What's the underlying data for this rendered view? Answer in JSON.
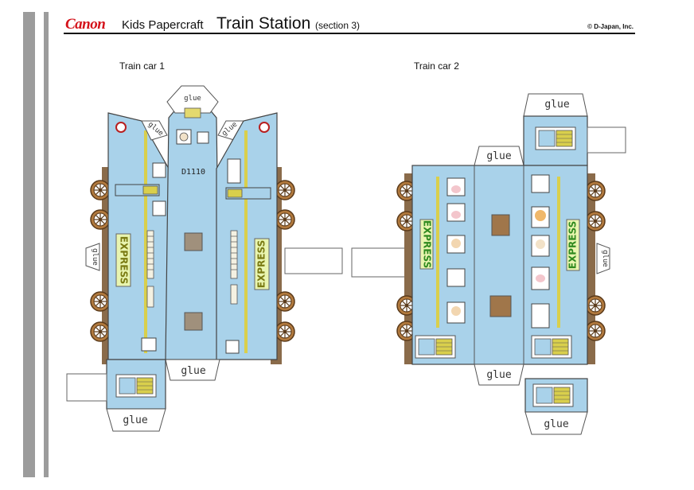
{
  "header": {
    "brand": "Canon",
    "series": "Kids Papercraft",
    "title": "Train Station",
    "section": "(section 3)",
    "copyright": "© D-Japan, Inc."
  },
  "cars": {
    "car1_label": "Train car 1",
    "car2_label": "Train car 2"
  },
  "tabs": {
    "glue": "glue"
  },
  "signs": {
    "express": "EXPRESS",
    "car_number": "D1110"
  },
  "colors": {
    "body_blue": "#a9d2ea",
    "paper_white": "#ffffff",
    "stripe_yellow": "#d9cf4c",
    "wheel_brown": "#b27a3e",
    "outline": "#333333",
    "brand_red": "#d4121a"
  }
}
